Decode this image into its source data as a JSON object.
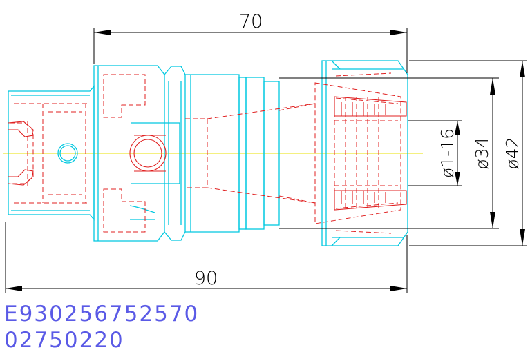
{
  "dimensions": {
    "top_length": "70",
    "overall_length": "90",
    "bore_range": "ø1-16",
    "body_diameter": "ø34",
    "nut_diameter": "ø42"
  },
  "part_codes": {
    "article_number": "E930256752570",
    "order_code": "02750220"
  },
  "colors": {
    "outline": "#00c8e0",
    "hidden": "#e02020",
    "dimension": "#000000",
    "centerline": "#e8e000",
    "code_text": "#5a5ae6"
  }
}
